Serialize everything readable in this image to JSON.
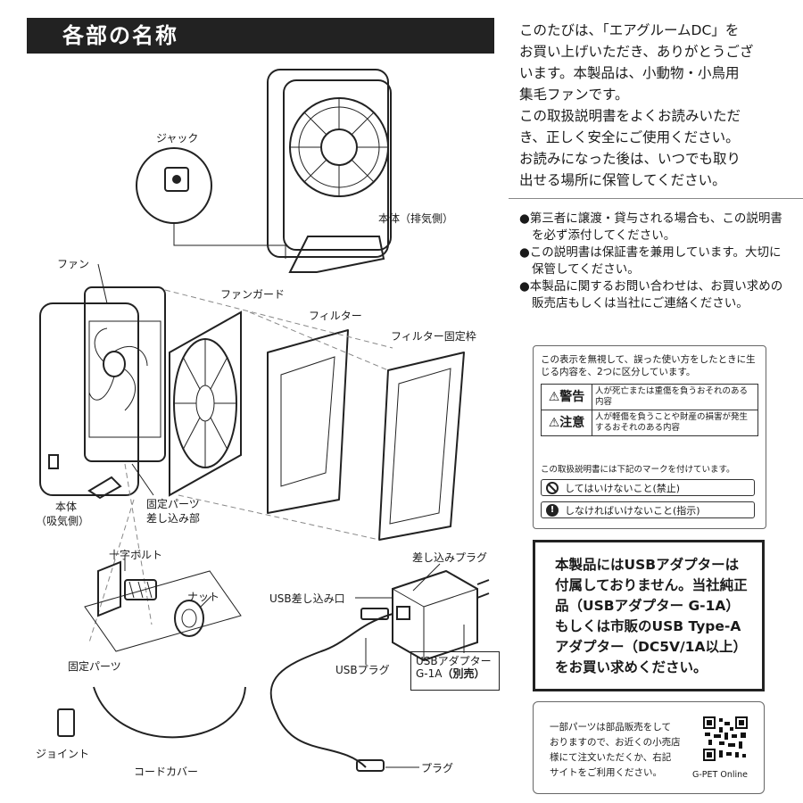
{
  "title": "各部の名称",
  "labels": {
    "jack": "ジャック",
    "body_exhaust": "本体（排気側）",
    "fan": "ファン",
    "fan_guard": "ファンガード",
    "filter": "フィルター",
    "filter_frame": "フィルター固定枠",
    "body_intake_1": "本体",
    "body_intake_2": "（吸気側）",
    "fix_slot_1": "固定パーツ",
    "fix_slot_2": "差し込み部",
    "cross_bolt": "十字ボルト",
    "nut": "ナット",
    "fix_parts": "固定パーツ",
    "plug_in": "差し込みプラグ",
    "usb_port": "USB差し込み口",
    "usb_plug": "USBプラグ",
    "adapter_1": "USBアダプター",
    "adapter_2": "G-1A",
    "adapter_3": "（別売）",
    "joint": "ジョイント",
    "cord_cover": "コードカバー",
    "plug": "プラグ"
  },
  "intro": [
    "このたびは、「エアグルームDC」を",
    "お買い上げいただき、ありがとうござ",
    "います。本製品は、小動物・小鳥用",
    "集毛ファンです。",
    "この取扱説明書をよくお読みいただ",
    "き、正しく安全にご使用ください。",
    "お読みになった後は、いつでも取り",
    "出せる場所に保管してください。"
  ],
  "notes": [
    "●第三者に譲渡・貸与される場合も、この説明書を必ず添付してください。",
    "●この説明書は保証書を兼用しています。大切に保管してください。",
    "●本製品に関するお問い合わせは、お買い求めの販売店もしくは当社にご連絡ください。"
  ],
  "warning": {
    "intro": "この表示を無視して、誤った使い方をしたときに生じる内容を、2つに区分しています。",
    "rows": [
      {
        "key": "⚠警告",
        "text": "人が死亡または重傷を負うおそれのある内容"
      },
      {
        "key": "⚠注意",
        "text": "人が軽傷を負うことや財産の損害が発生するおそれのある内容"
      }
    ],
    "mark_note": "この取扱説明書には下記のマークを付けています。",
    "marks": [
      {
        "icon": "prohibited-icon",
        "text": "してはいけないこと(禁止)"
      },
      {
        "icon": "mandatory-icon",
        "text": "しなければいけないこと(指示)"
      }
    ]
  },
  "usb_notice": [
    "本製品にはUSBアダプターは",
    "付属しておりません。当社純正",
    "品（USBアダプター G-1A）",
    "もしくは市販のUSB Type-A",
    "アダプター（DC5V/1A以上）",
    "をお買い求めください。"
  ],
  "parts_note": [
    "一部パーツは部品販売をして",
    "おりますので、お近くの小売店",
    "様にて注文いただくか、右記",
    "サイトをご利用ください。"
  ],
  "qr_label": "G-PET Online"
}
